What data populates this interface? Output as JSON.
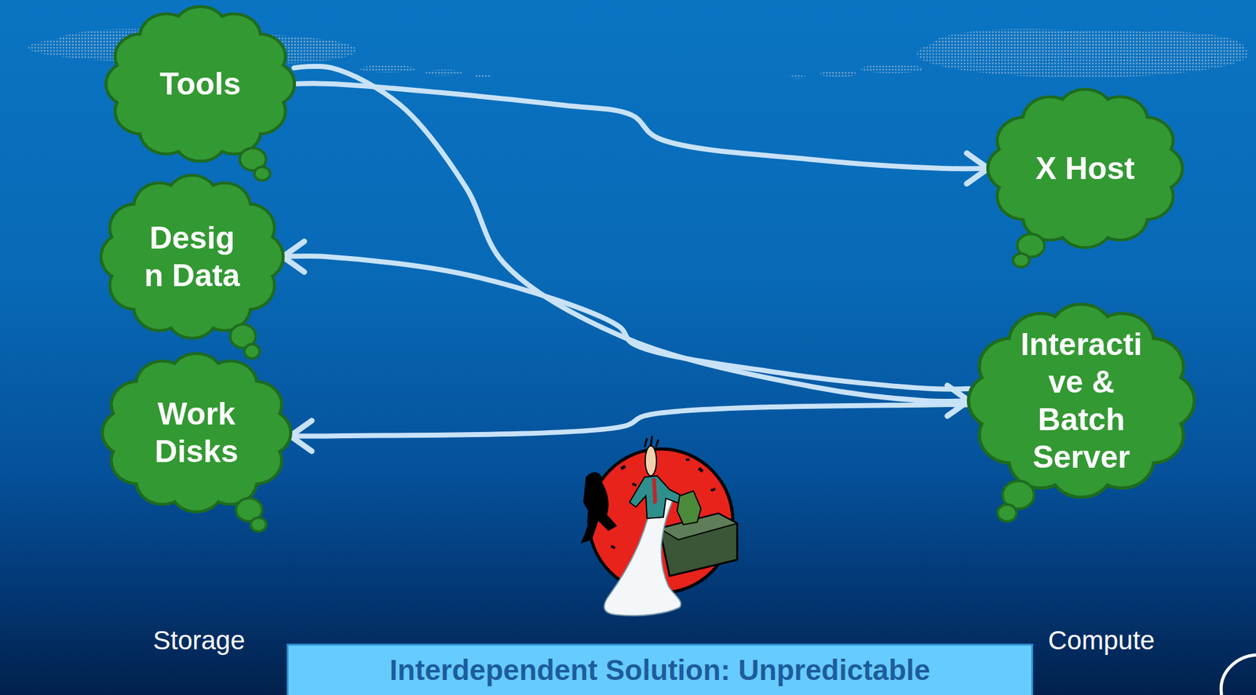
{
  "diagram": {
    "caption": "Interdependent Solution: Unpredictable",
    "nodes": [
      {
        "text": [
          "Tools"
        ]
      },
      {
        "text": [
          "Desig n Data"
        ]
      },
      {
        "text": [
          "Work Disks"
        ]
      },
      {
        "text": [
          "X Host"
        ]
      },
      {
        "text": [
          "Interacti ve & Batch Server"
        ]
      }
    ],
    "edges": [
      {
        "from": 0,
        "to": 4,
        "arrow": "to"
      },
      {
        "from": 0,
        "to": 3,
        "arrow": "to"
      },
      {
        "from": 4,
        "to": 1,
        "arrow": "to"
      },
      {
        "from": 4,
        "to": 2,
        "arrow": "to"
      }
    ],
    "labels": [
      "Storage",
      "Compute"
    ]
  }
}
